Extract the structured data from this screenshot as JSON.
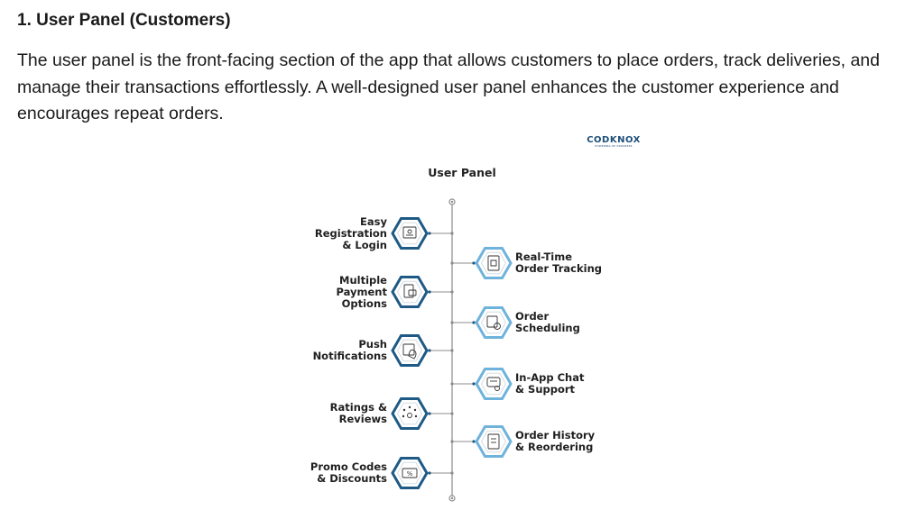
{
  "heading": "1. User Panel (Customers)",
  "paragraph": "The user panel is the front-facing section of the app that allows customers to place orders, track deliveries, and manage their transactions effortlessly. A well-designed user panel enhances the customer experience and encourages repeat orders.",
  "logo": {
    "text": "CODKNOX",
    "tagline": "POWERING UP PROGRESS"
  },
  "diagram": {
    "title": "User Panel",
    "accent_color": "#1e5a85",
    "light_accent_color": "#6fb3dc",
    "left_features": [
      {
        "label": "Easy Registration & Login",
        "lines": [
          "Easy",
          "Registration",
          "& Login"
        ],
        "icon": "login-form-icon"
      },
      {
        "label": "Multiple Payment Options",
        "lines": [
          "Multiple",
          "Payment",
          "Options"
        ],
        "icon": "payment-card-icon"
      },
      {
        "label": "Push Notifications",
        "lines": [
          "Push",
          "Notifications"
        ],
        "icon": "notification-bell-icon"
      },
      {
        "label": "Ratings & Reviews",
        "lines": [
          "Ratings &",
          "Reviews"
        ],
        "icon": "rating-stars-icon"
      },
      {
        "label": "Promo Codes & Discounts",
        "lines": [
          "Promo Codes",
          "& Discounts"
        ],
        "icon": "discount-coupon-icon"
      }
    ],
    "right_features": [
      {
        "label": "Real-Time Order Tracking",
        "lines": [
          "Real-Time",
          "Order Tracking"
        ],
        "icon": "tracking-map-icon"
      },
      {
        "label": "Order Scheduling",
        "lines": [
          "Order",
          "Scheduling"
        ],
        "icon": "calendar-clock-icon"
      },
      {
        "label": "In-App Chat & Support",
        "lines": [
          "In-App Chat",
          "& Support"
        ],
        "icon": "chat-support-icon"
      },
      {
        "label": "Order History & Reordering",
        "lines": [
          "Order History",
          "& Reordering"
        ],
        "icon": "order-history-icon"
      }
    ]
  }
}
